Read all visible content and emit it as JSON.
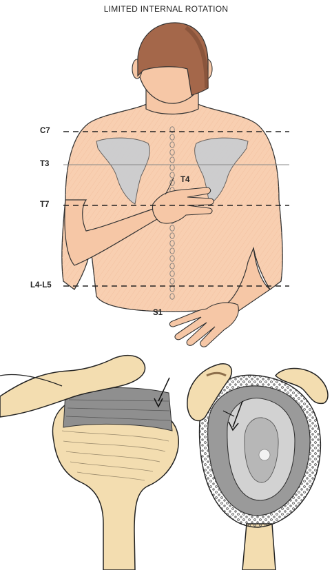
{
  "title": "LIMITED INTERNAL ROTATION",
  "labels": {
    "c7": "C7",
    "t3": "T3",
    "t4": "T4",
    "t7": "T7",
    "l4l5": "L4-L5",
    "s1": "S1"
  },
  "colors": {
    "skin": "#f6c7a6",
    "skin_light": "#fbdcc6",
    "hair": "#a4674a",
    "bone": "#f3ddb0",
    "bone_edge": "#222222",
    "capsule": "#9a9a9a",
    "capsule_dark": "#6b6b6b",
    "scapula": "#c9cdd2"
  }
}
